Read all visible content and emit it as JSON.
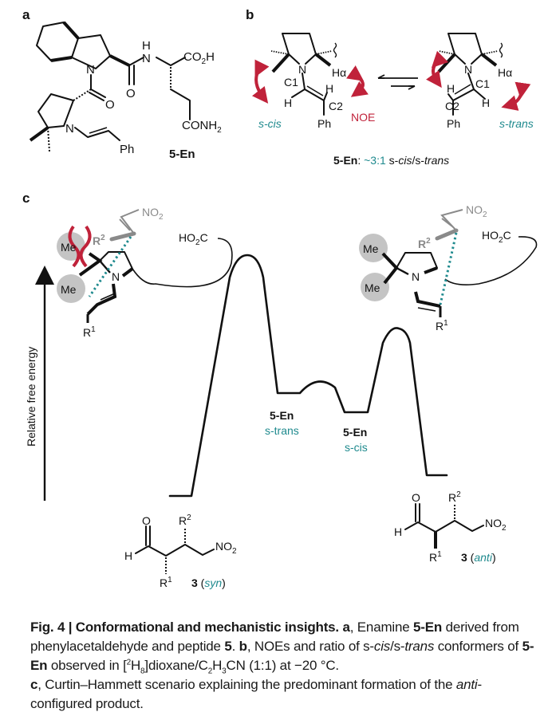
{
  "panels": {
    "a": {
      "label": "a",
      "compound_label": "5-En",
      "groups": {
        "nh_h": "H",
        "nh_n": "N",
        "co2h": "CO",
        "co2h_sub": "2",
        "co2h_h": "H",
        "amide_o1": "O",
        "amide_o2": "O",
        "ring_n1": "N",
        "ring_n2": "N",
        "conh2": "CONH",
        "conh2_sub": "2",
        "ph": "Ph"
      }
    },
    "b": {
      "label": "b",
      "left_conformer": {
        "name": "s-cis",
        "n": "N",
        "h_alpha": "Hα",
        "c1": "C1",
        "c2": "C2",
        "h1": "H",
        "h2": "H",
        "ph": "Ph",
        "noe": "NOE"
      },
      "right_conformer": {
        "name": "s-trans",
        "n": "N",
        "h_alpha": "Hα",
        "c1": "C1",
        "c2": "C2",
        "h1": "H",
        "h2": "H",
        "ph": "Ph"
      },
      "ratio_caption": {
        "compound": "5-En",
        "colon": ":",
        "ratio": "~3:1",
        "s1": "s-",
        "cis": "cis",
        "slash": "/s-",
        "trans": "trans"
      }
    },
    "c": {
      "label": "c",
      "y_axis_label": "Relative free energy",
      "left_ts": {
        "me1": "Me",
        "me2": "Me",
        "n": "N",
        "r1": "R",
        "r1_sup": "1",
        "r2": "R",
        "r2_sup": "2",
        "no2": "NO",
        "no2_sub": "2",
        "ho2c": "HO",
        "ho2c_sub": "2",
        "ho2c_c": "C"
      },
      "right_ts": {
        "me1": "Me",
        "me2": "Me",
        "n": "N",
        "r1": "R",
        "r1_sup": "1",
        "r2": "R",
        "r2_sup": "2",
        "no2": "NO",
        "no2_sub": "2",
        "ho2c": "HO",
        "ho2c_sub": "2",
        "ho2c_c": "C"
      },
      "intermediates": {
        "trans": {
          "compound": "5-En",
          "conformer": "s-trans"
        },
        "cis": {
          "compound": "5-En",
          "conformer": "s-cis"
        }
      },
      "products": {
        "syn": {
          "o": "O",
          "h": "H",
          "r1": "R",
          "r1_sup": "1",
          "r2": "R",
          "r2_sup": "2",
          "no2": "NO",
          "no2_sub": "2",
          "number": "3",
          "config": "syn"
        },
        "anti": {
          "o": "O",
          "h": "H",
          "r1": "R",
          "r1_sup": "1",
          "r2": "R",
          "r2_sup": "2",
          "no2": "NO",
          "no2_sub": "2",
          "number": "3",
          "config": "anti"
        }
      },
      "energy_profile": {
        "levels": [
          "syn product",
          "syn TS",
          "5-En s-trans",
          "interconversion barrier",
          "5-En s-cis",
          "anti TS",
          "anti product"
        ],
        "relative_order_low_to_high": [
          "syn product",
          "anti product",
          "5-En s-cis",
          "5-En s-trans",
          "interconversion barrier",
          "anti TS",
          "syn TS"
        ]
      }
    }
  },
  "colors": {
    "teal": "#1f8a8e",
    "red": "#c0223a",
    "grey": "#8a8a8a",
    "sphere": "#c4c4c4"
  },
  "caption": {
    "fig": "Fig. 4 | Conformational and mechanistic insights.",
    "a_label": "a",
    "a_text1": ", Enamine ",
    "a_cmpd": "5-En",
    "a_text2": " derived from phenylacetaldehyde and peptide ",
    "a_pep": "5",
    "a_end": ". ",
    "b_label": "b",
    "b_text1": ", NOEs and ratio of s-",
    "b_cis": "cis",
    "b_slash": "/s-",
    "b_trans": "trans",
    "b_text2": " conformers of ",
    "b_cmpd": "5-En",
    "b_text3": " observed in [",
    "b_sup2": "2",
    "b_h": "H",
    "b_sub8": "8",
    "b_text4": "]dioxane/C",
    "b_sub2": "2",
    "b_h2": "H",
    "b_sub3": "3",
    "b_text5": "CN (1:1) at −20 °C.",
    "c_label": "c",
    "c_text1": ", Curtin–Hammett scenario explaining the predominant formation of the ",
    "c_anti": "anti",
    "c_text2": "-configured product."
  }
}
